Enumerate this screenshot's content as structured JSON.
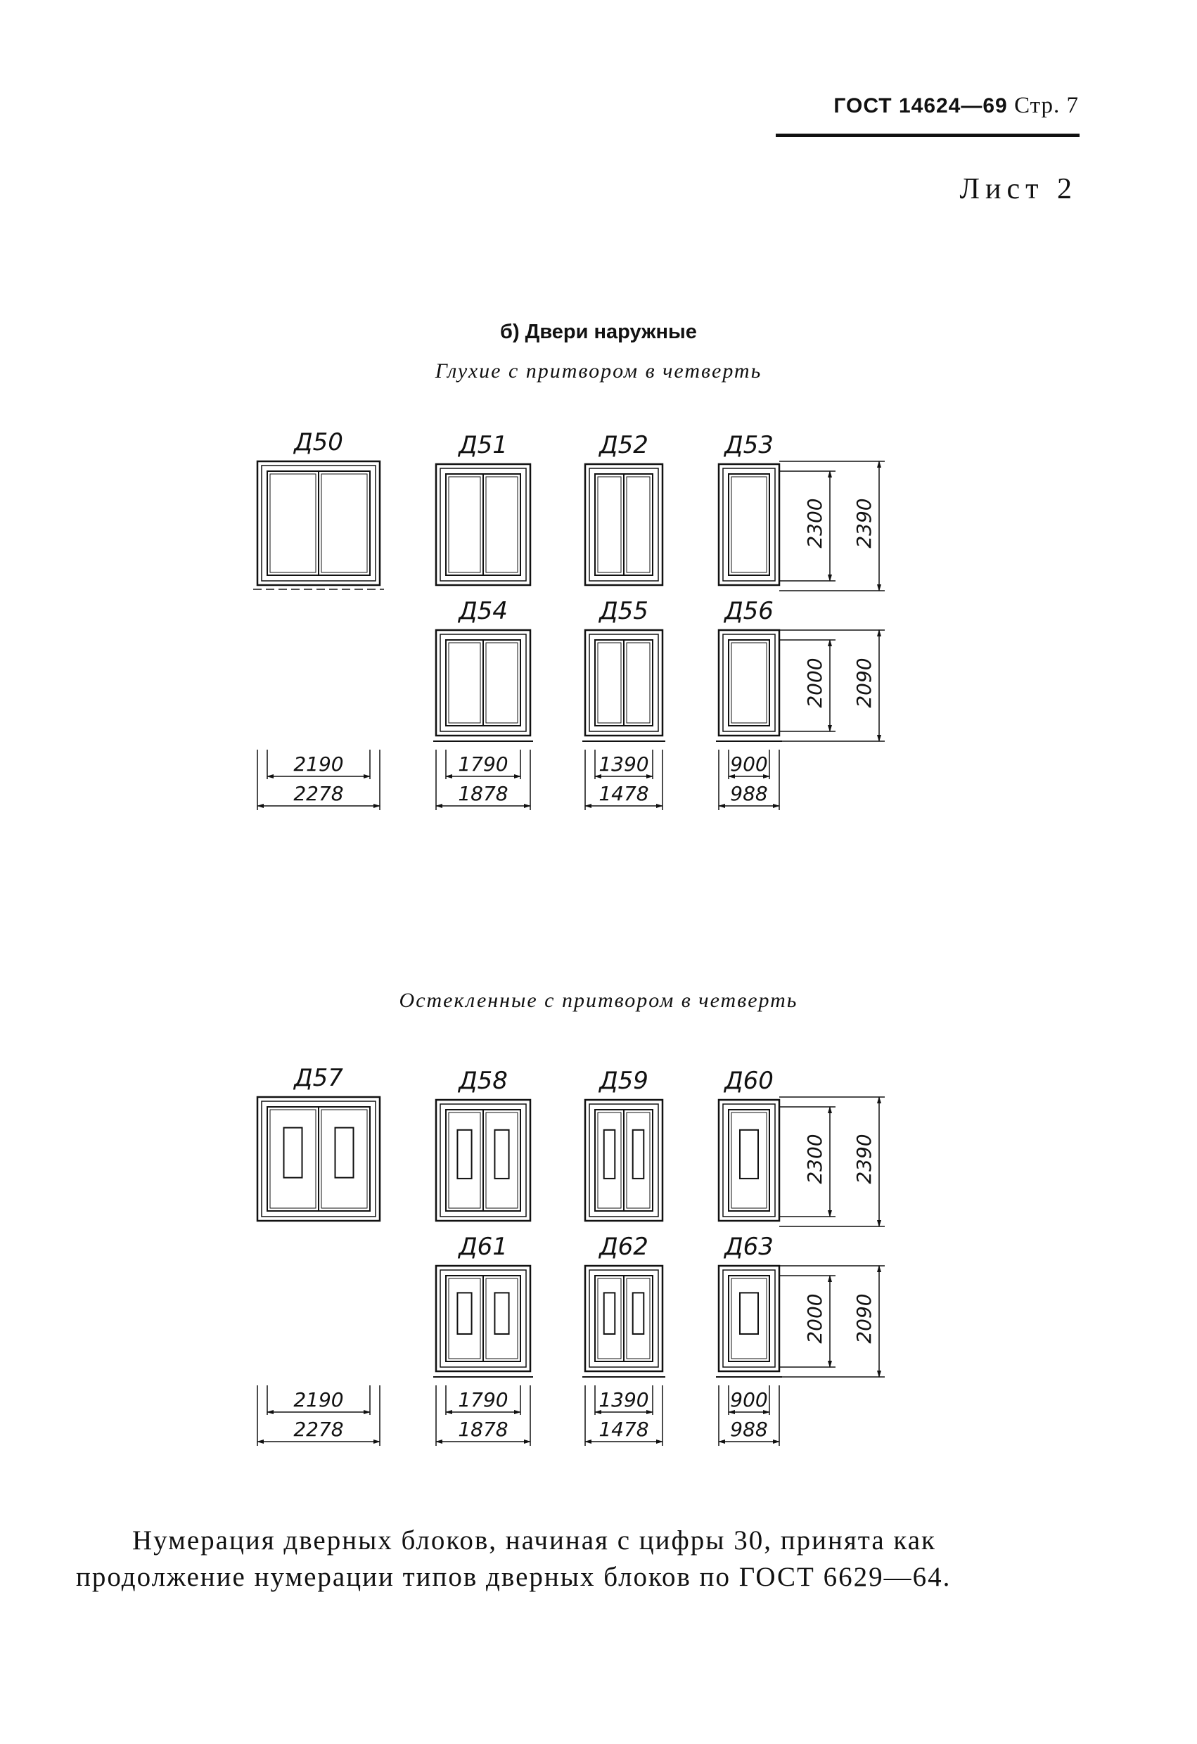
{
  "header": {
    "standard": "ГОСТ 14624—69",
    "page": "Стр. 7"
  },
  "sheet_label": "Лист 2",
  "section_title": "б) Двери наружные",
  "blind_subheading": "Глухие с притвором в четверть",
  "glazed_subheading": "Остекленные с притвором в четверть",
  "blind_doors": {
    "top_row": [
      "Д50",
      "Д51",
      "Д52",
      "Д53"
    ],
    "bottom_row": [
      "Д54",
      "Д55",
      "Д56"
    ],
    "height_top": {
      "inner": "2300",
      "outer": "2390"
    },
    "height_bottom": {
      "inner": "2000",
      "outer": "2090"
    },
    "widths": [
      {
        "inner": "2190",
        "outer": "2278"
      },
      {
        "inner": "1790",
        "outer": "1878"
      },
      {
        "inner": "1390",
        "outer": "1478"
      },
      {
        "inner": "900",
        "outer": "988"
      }
    ]
  },
  "glazed_doors": {
    "top_row": [
      "Д57",
      "Д58",
      "Д59",
      "Д60"
    ],
    "bottom_row": [
      "Д61",
      "Д62",
      "Д63"
    ],
    "height_top": {
      "inner": "2300",
      "outer": "2390"
    },
    "height_bottom": {
      "inner": "2000",
      "outer": "2090"
    },
    "widths": [
      {
        "inner": "2190",
        "outer": "2278"
      },
      {
        "inner": "1790",
        "outer": "1878"
      },
      {
        "inner": "1390",
        "outer": "1478"
      },
      {
        "inner": "900",
        "outer": "988"
      }
    ]
  },
  "note": {
    "line1": "Нумерация дверных блоков, начиная с цифры 30, принята как",
    "line2": "продолжение нумерации типов дверных блоков по ГОСТ 6629—64."
  }
}
